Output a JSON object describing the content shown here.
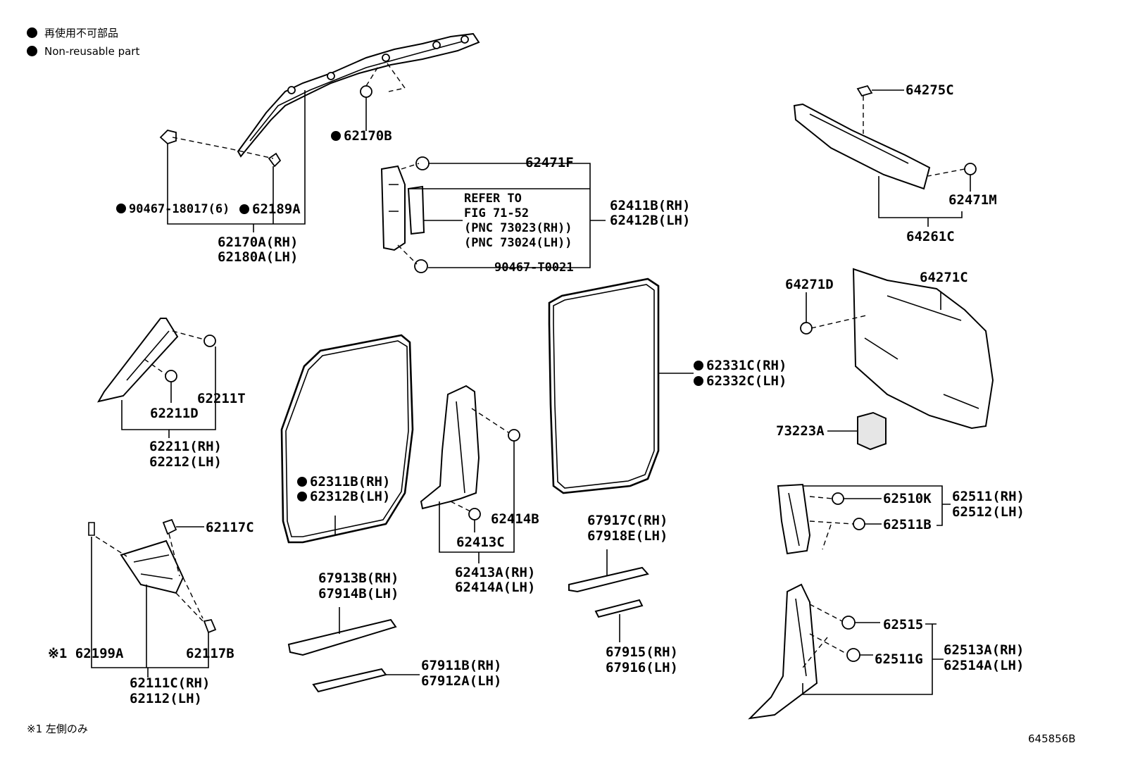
{
  "legend": {
    "jp": "再使用不可部品",
    "en": "Non-reusable part",
    "footnote": "※1 左側のみ"
  },
  "figure_id": "645856B",
  "labels": {
    "p62170B": "62170B",
    "p62471F": "62471F",
    "p62411B": "62411B(RH)",
    "p62412B": "62412B(LH)",
    "refer1": "REFER TO",
    "refer2": "FIG 71-52",
    "refer3": "(PNC 73023(RH))",
    "refer4": "(PNC 73024(LH))",
    "p90467T": "90467-T0021",
    "p90467": "90467-18017(6)",
    "p62189A": "62189A",
    "p62170A": "62170A(RH)",
    "p62180A": "62180A(LH)",
    "p64275C": "64275C",
    "p62471M": "62471M",
    "p64261C": "64261C",
    "p64271D": "64271D",
    "p64271C": "64271C",
    "p73223A": "73223A",
    "p62211T": "62211T",
    "p62211D": "62211D",
    "p62211": "62211(RH)",
    "p62212": "62212(LH)",
    "p62331C": "62331C(RH)",
    "p62332C": "62332C(LH)",
    "p62311B": "62311B(RH)",
    "p62312B": "62312B(LH)",
    "p62414B": "62414B",
    "p62413C": "62413C",
    "p62413A": "62413A(RH)",
    "p62414A": "62414A(LH)",
    "p62117C": "62117C",
    "p62199A": "※1 62199A",
    "p62117B": "62117B",
    "p62111C": "62111C(RH)",
    "p62112": "62112(LH)",
    "p67917C": "67917C(RH)",
    "p67918E": "67918E(LH)",
    "p67913B": "67913B(RH)",
    "p67914B": "67914B(LH)",
    "p67915": "67915(RH)",
    "p67916": "67916(LH)",
    "p67911B": "67911B(RH)",
    "p67912A": "67912A(LH)",
    "p62510K": "62510K",
    "p62511B": "62511B",
    "p62511": "62511(RH)",
    "p62512": "62512(LH)",
    "p62515": "62515",
    "p62511G": "62511G",
    "p62513A": "62513A(RH)",
    "p62514A": "62514A(LH)"
  }
}
